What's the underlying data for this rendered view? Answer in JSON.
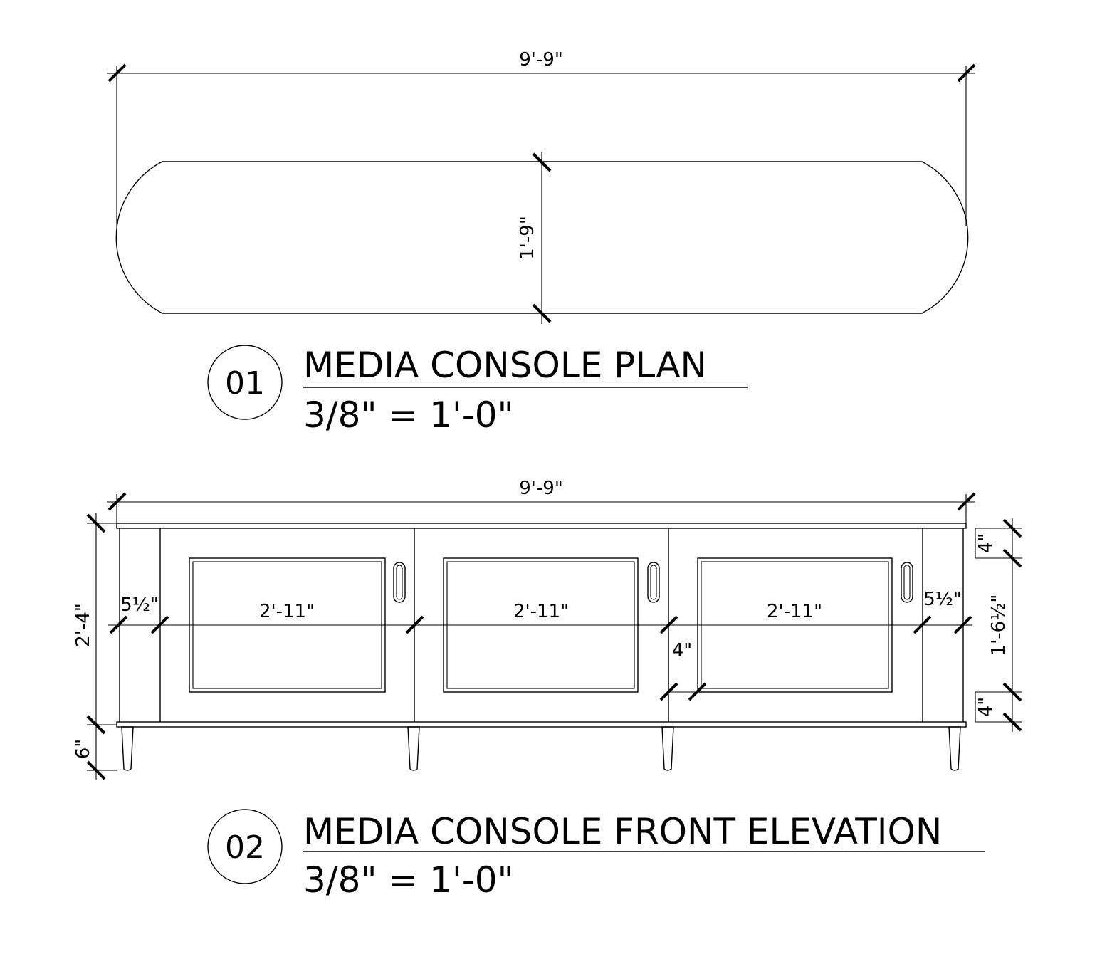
{
  "plan": {
    "overall_width": "9'-9\"",
    "depth": "1'-9\"",
    "number": "01",
    "title": "MEDIA CONSOLE PLAN",
    "scale": "3/8\" = 1'-0\""
  },
  "elevation": {
    "overall_width": "9'-9\"",
    "body_height": "2'-4\"",
    "leg_height": "6\"",
    "side_left": "5½\"",
    "side_right": "5½\"",
    "panel_widths": [
      "2'-11\"",
      "2'-11\"",
      "2'-11\""
    ],
    "rail_gap": "4\"",
    "top_rail": "4\"",
    "panel_height": "1'-6½\"",
    "bottom_rail": "4\"",
    "number": "02",
    "title": "MEDIA CONSOLE FRONT ELEVATION",
    "scale": "3/8\" = 1'-0\""
  }
}
